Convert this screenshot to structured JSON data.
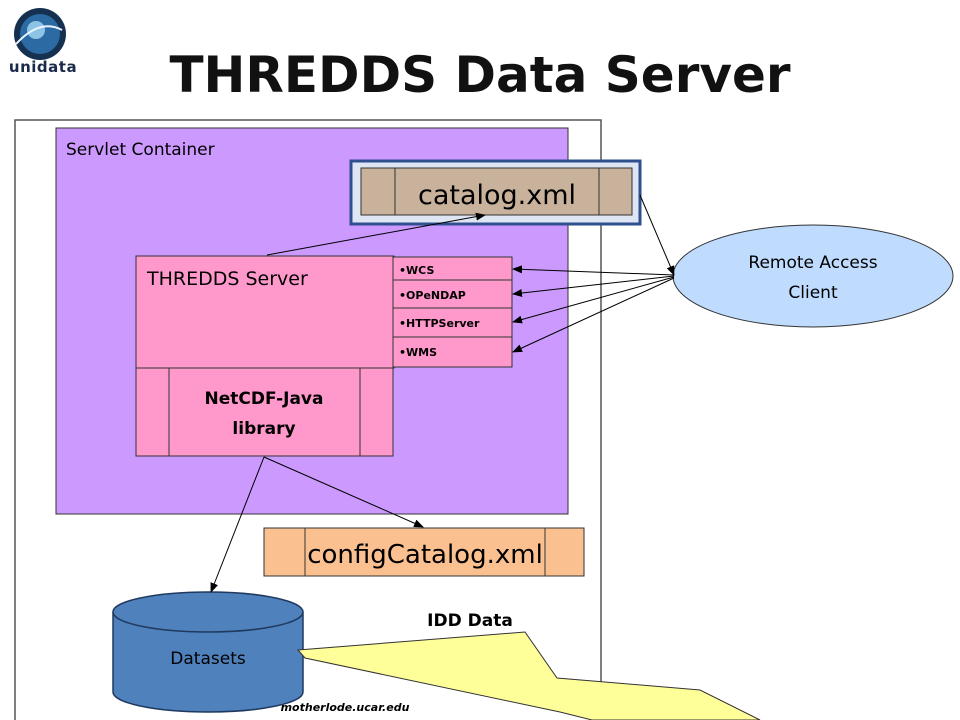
{
  "title": "THREDDS Data Server",
  "logo": {
    "text": "unidata"
  },
  "servlet_container": {
    "label": "Servlet Container"
  },
  "catalog_file": {
    "label": "catalog.xml"
  },
  "thredds_server": {
    "label": "THREDDS Server",
    "services": [
      "•WCS",
      "•OPeNDAP",
      "•HTTPServer",
      "•WMS"
    ]
  },
  "netcdf_library": {
    "line1": "NetCDF-Java",
    "line2": "library"
  },
  "config_catalog": {
    "label": "configCatalog.xml"
  },
  "remote_client": {
    "line1": "Remote Access",
    "line2": "Client"
  },
  "datasets": {
    "label": "Datasets"
  },
  "idd_data": {
    "label": "IDD Data"
  },
  "host": {
    "label": "motherlode.ucar.edu"
  },
  "colors": {
    "servlet_container": "#cc99ff",
    "thredds_pink": "#ff99cc",
    "catalog_tan": "#c9b29b",
    "catalog_frame": "#2f4f8f",
    "config_orange": "#fac090",
    "client_blue": "#bfdcff",
    "datasets_blue": "#4f81bd",
    "lightning_yellow": "#ffff99"
  }
}
